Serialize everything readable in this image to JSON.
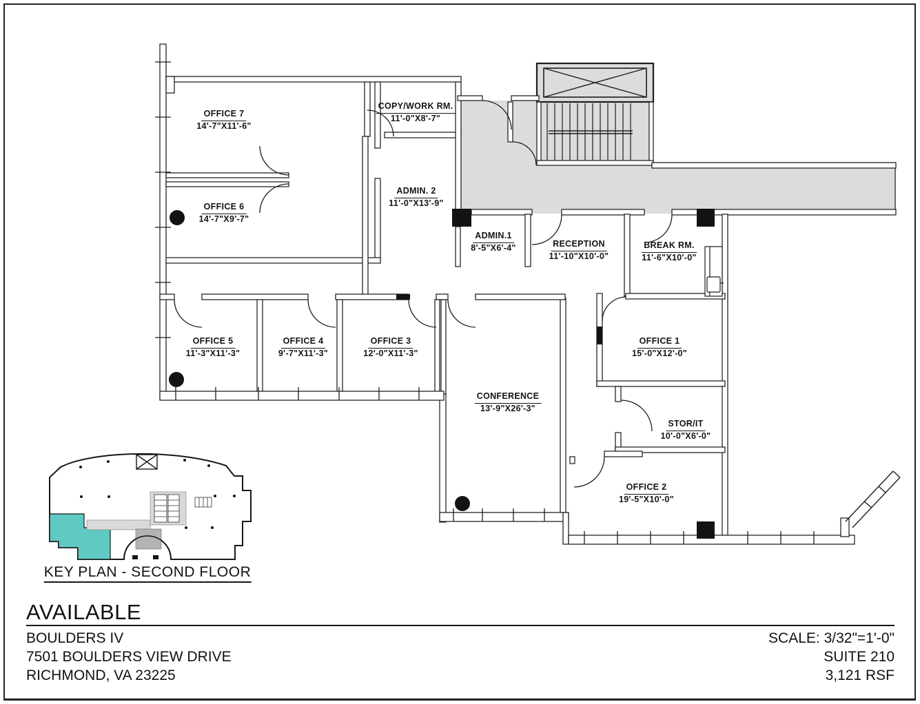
{
  "colors": {
    "corridor_fill": "#dcdcdc",
    "suite_highlight": "#5fc9c2",
    "atrium_fill": "#b3b3b3",
    "line": "#1c1c1c"
  },
  "rooms": [
    {
      "name": "OFFICE  7",
      "dims": "14'-7\"X11'-6\""
    },
    {
      "name": "OFFICE  6",
      "dims": "14'-7\"X9'-7\""
    },
    {
      "name": "COPY/WORK RM.",
      "dims": "11'-0\"X8'-7\""
    },
    {
      "name": "ADMIN.  2",
      "dims": "11'-0\"X13'-9\""
    },
    {
      "name": "ADMIN.1",
      "dims": "8'-5\"X6'-4\""
    },
    {
      "name": "RECEPTION",
      "dims": "11'-10\"X10'-0\""
    },
    {
      "name": "BREAK  RM.",
      "dims": "11'-6\"X10'-0\""
    },
    {
      "name": "OFFICE  5",
      "dims": "11'-3\"X11'-3\""
    },
    {
      "name": "OFFICE  4",
      "dims": "9'-7\"X11'-3\""
    },
    {
      "name": "OFFICE  3",
      "dims": "12'-0\"X11'-3\""
    },
    {
      "name": "OFFICE  1",
      "dims": "15'-0\"X12'-0\""
    },
    {
      "name": "CONFERENCE",
      "dims": "13'-9\"X26'-3\""
    },
    {
      "name": "STOR/IT",
      "dims": "10'-0\"X6'-0\""
    },
    {
      "name": "OFFICE  2",
      "dims": "19'-5\"X10'-0\""
    }
  ],
  "key_plan": {
    "label": "KEY PLAN - SECOND FLOOR"
  },
  "footer": {
    "status": "AVAILABLE",
    "building": "BOULDERS IV",
    "address_line1": "7501 BOULDERS VIEW DRIVE",
    "address_line2": "RICHMOND, VA 23225",
    "scale": "SCALE: 3/32\"=1'-0\"",
    "suite": "SUITE 210",
    "area": "3,121 RSF"
  }
}
